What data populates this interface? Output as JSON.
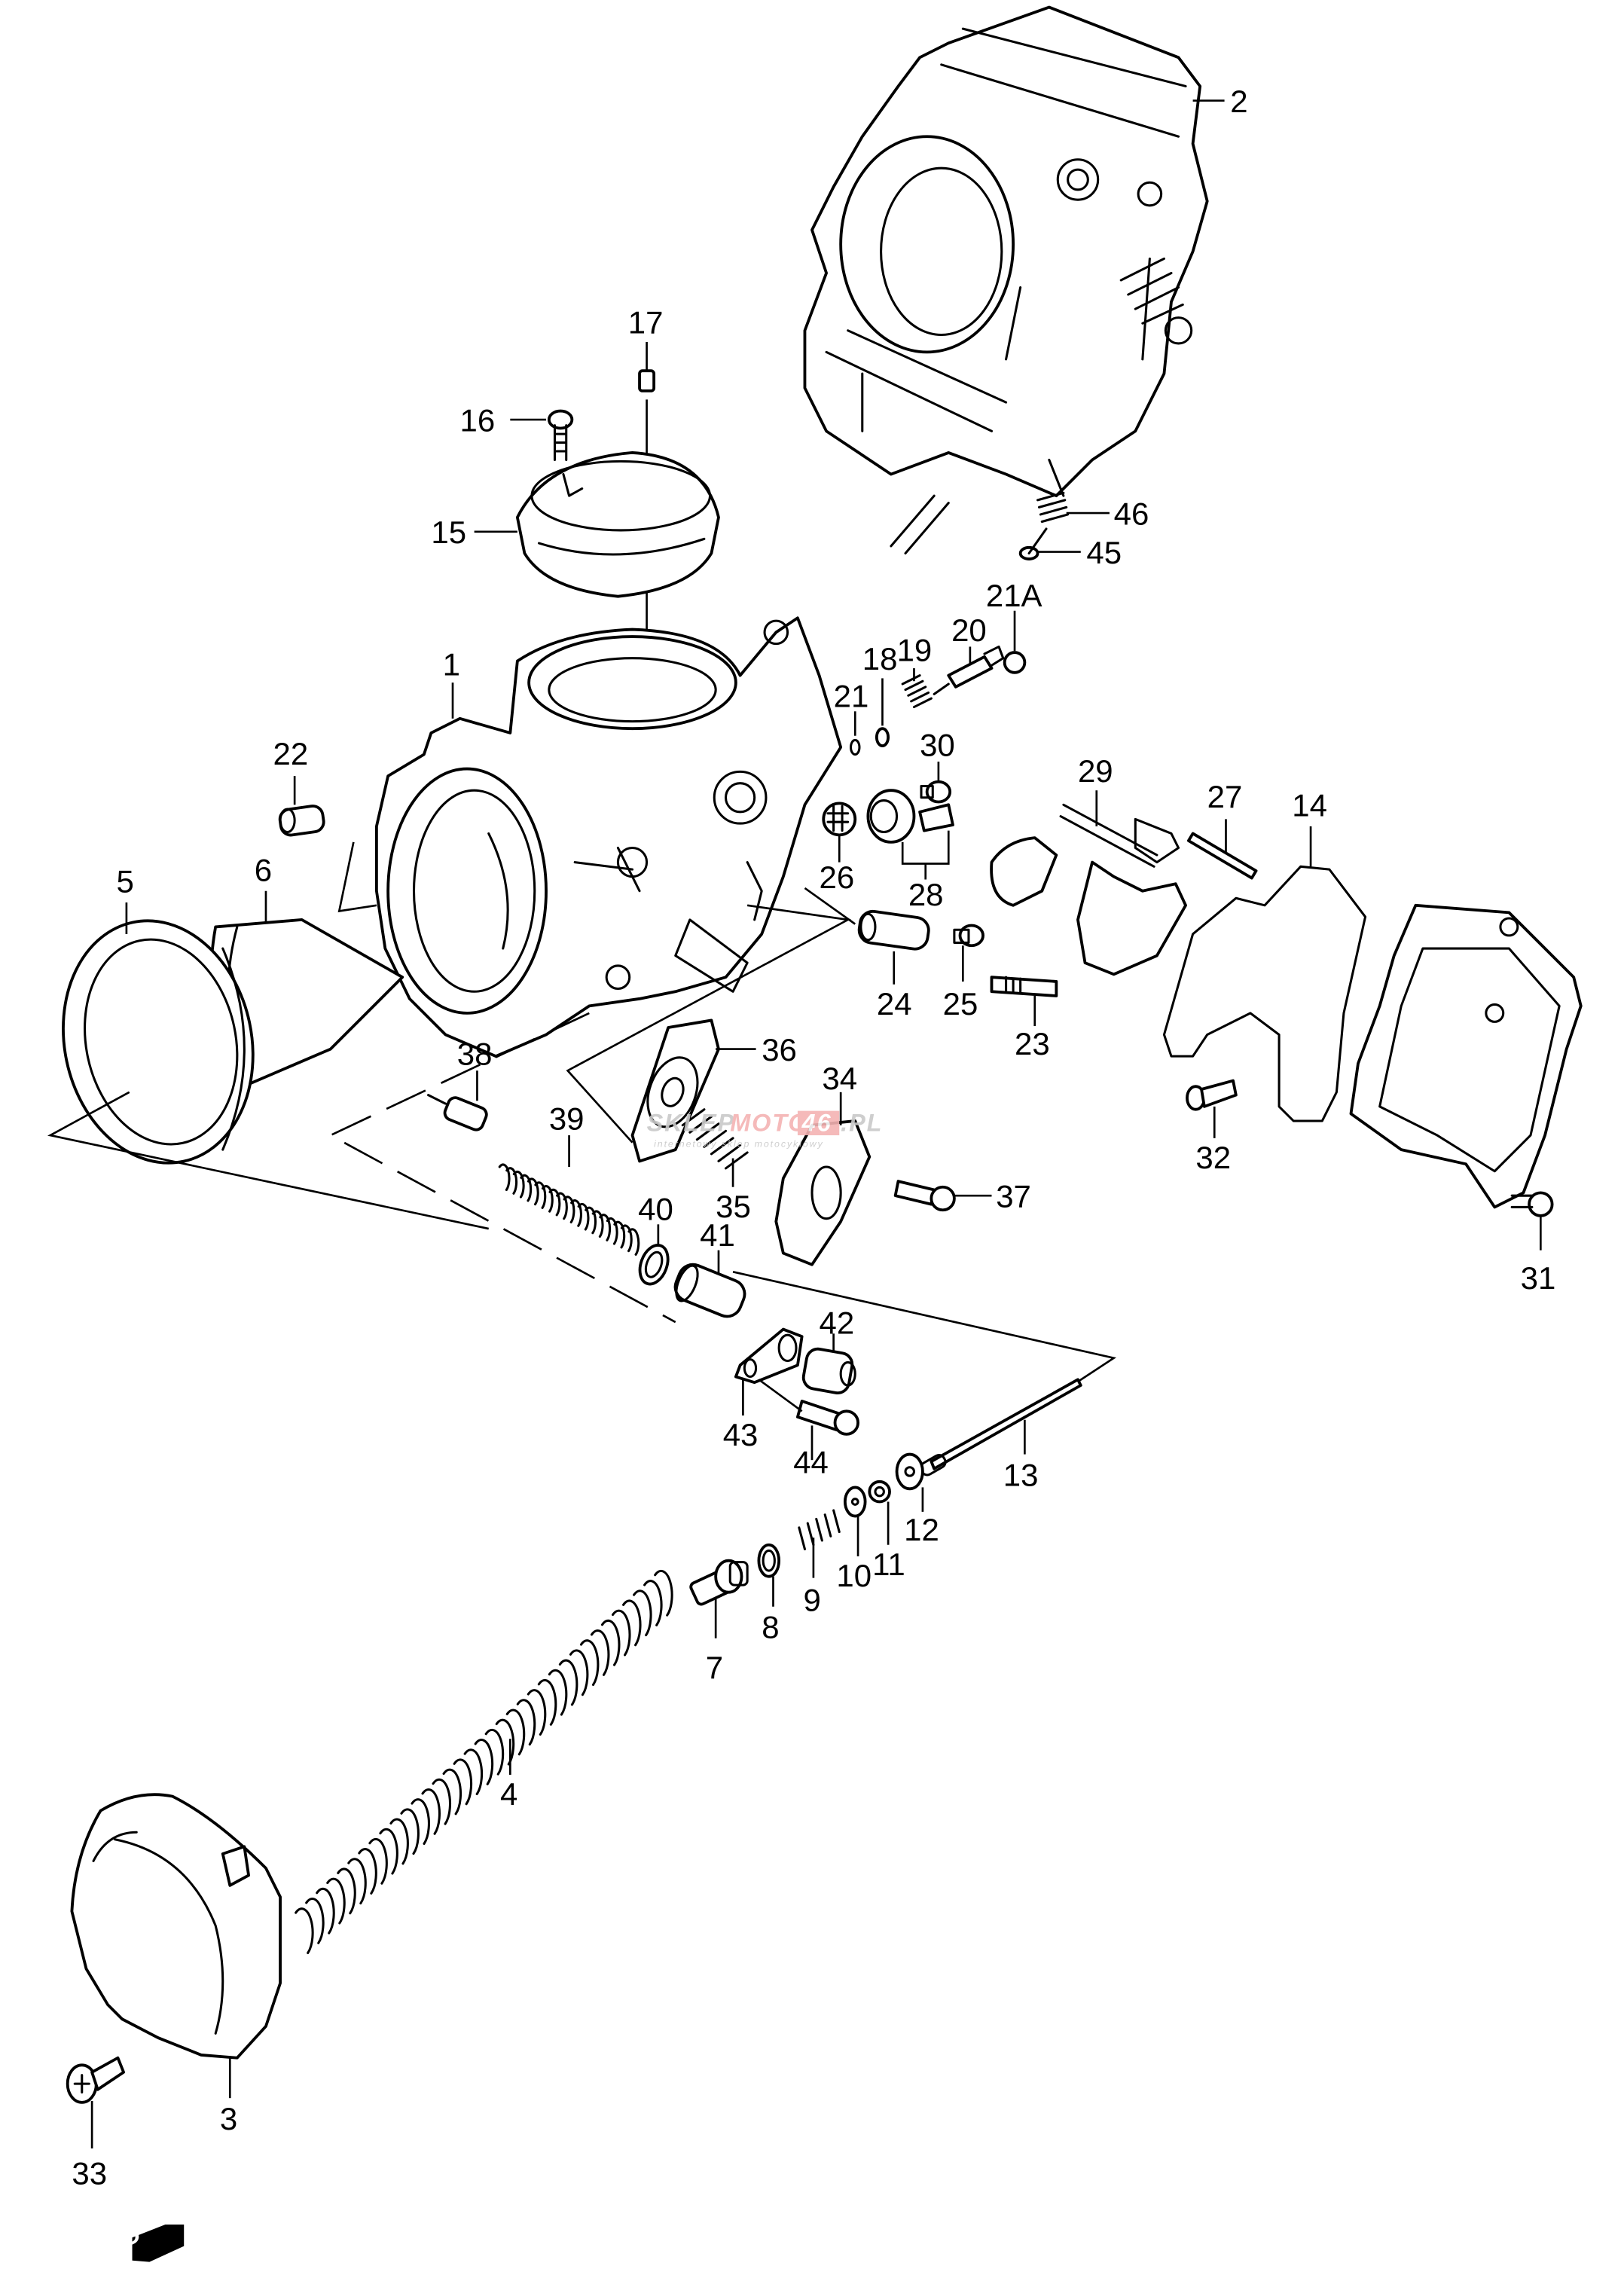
{
  "diagram": {
    "type": "exploded-parts-diagram",
    "subject": "Carburetor assembly",
    "direction_indicator": "FWD",
    "watermark": {
      "brand_gray_1": "SKLEP",
      "brand_red": "MOTO",
      "brand_badge": "46",
      "brand_gray_2": ".PL",
      "tagline": "internetowy sklep motocyklowy",
      "colors": {
        "gray": "#c9c9c9",
        "red": "#f4b3b3"
      }
    },
    "callouts": [
      {
        "id": "1",
        "label": "1"
      },
      {
        "id": "2",
        "label": "2"
      },
      {
        "id": "3",
        "label": "3"
      },
      {
        "id": "4",
        "label": "4"
      },
      {
        "id": "5",
        "label": "5"
      },
      {
        "id": "6",
        "label": "6"
      },
      {
        "id": "7",
        "label": "7"
      },
      {
        "id": "8",
        "label": "8"
      },
      {
        "id": "9",
        "label": "9"
      },
      {
        "id": "10",
        "label": "10"
      },
      {
        "id": "11",
        "label": "11"
      },
      {
        "id": "12",
        "label": "12"
      },
      {
        "id": "13",
        "label": "13"
      },
      {
        "id": "14",
        "label": "14"
      },
      {
        "id": "15",
        "label": "15"
      },
      {
        "id": "16",
        "label": "16"
      },
      {
        "id": "17",
        "label": "17"
      },
      {
        "id": "18",
        "label": "18"
      },
      {
        "id": "19",
        "label": "19"
      },
      {
        "id": "20",
        "label": "20"
      },
      {
        "id": "21",
        "label": "21"
      },
      {
        "id": "21A",
        "label": "21A"
      },
      {
        "id": "22",
        "label": "22"
      },
      {
        "id": "23",
        "label": "23"
      },
      {
        "id": "24",
        "label": "24"
      },
      {
        "id": "25",
        "label": "25"
      },
      {
        "id": "26",
        "label": "26"
      },
      {
        "id": "27",
        "label": "27"
      },
      {
        "id": "28",
        "label": "28"
      },
      {
        "id": "29",
        "label": "29"
      },
      {
        "id": "30",
        "label": "30"
      },
      {
        "id": "31",
        "label": "31"
      },
      {
        "id": "32",
        "label": "32"
      },
      {
        "id": "33",
        "label": "33"
      },
      {
        "id": "34",
        "label": "34"
      },
      {
        "id": "35",
        "label": "35"
      },
      {
        "id": "36",
        "label": "36"
      },
      {
        "id": "37",
        "label": "37"
      },
      {
        "id": "38",
        "label": "38"
      },
      {
        "id": "39",
        "label": "39"
      },
      {
        "id": "40",
        "label": "40"
      },
      {
        "id": "41",
        "label": "41"
      },
      {
        "id": "42",
        "label": "42"
      },
      {
        "id": "43",
        "label": "43"
      },
      {
        "id": "44",
        "label": "44"
      },
      {
        "id": "45",
        "label": "45"
      },
      {
        "id": "46",
        "label": "46"
      }
    ]
  }
}
